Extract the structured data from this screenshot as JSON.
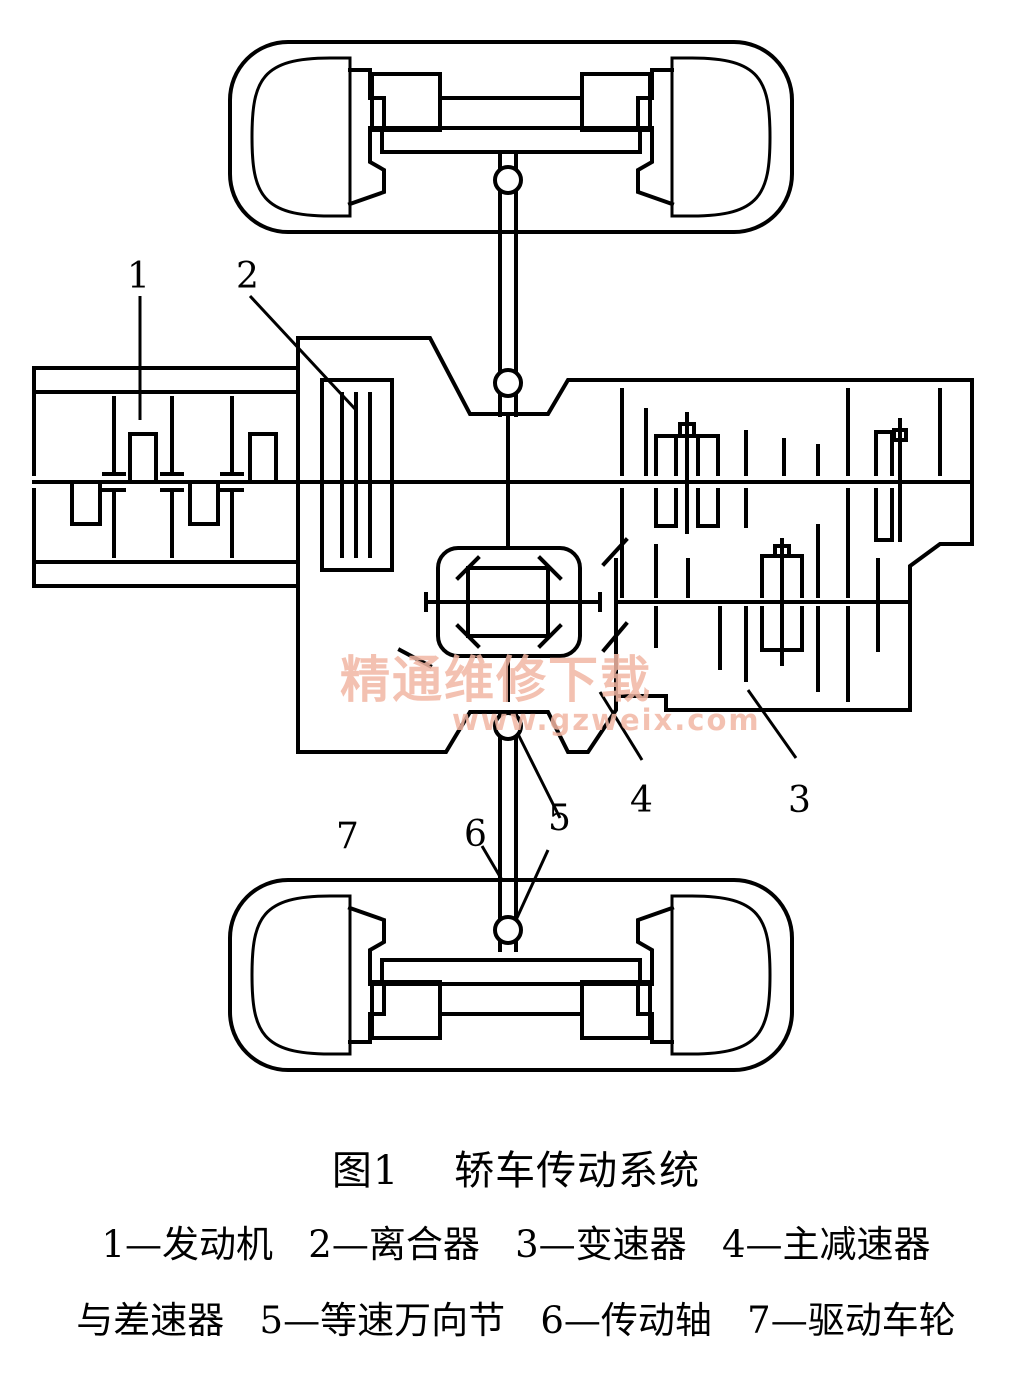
{
  "figure": {
    "title": "图1    轿车传动系统",
    "legend_line_1": "1—发动机   2—离合器   3—变速器   4—主减速器",
    "legend_line_2": "与差速器   5—等速万向节   6—传动轴   7—驱动车轮"
  },
  "labels": {
    "engine": "1",
    "clutch": "2",
    "gearbox": "3",
    "final_drive_differential": "4",
    "cv_joint_upper": "5",
    "cv_joint_lower": "5",
    "drive_shaft": "6",
    "drive_wheel": "7"
  },
  "watermark": {
    "text": "精通维修下载",
    "url": "www.gzweix.com"
  }
}
